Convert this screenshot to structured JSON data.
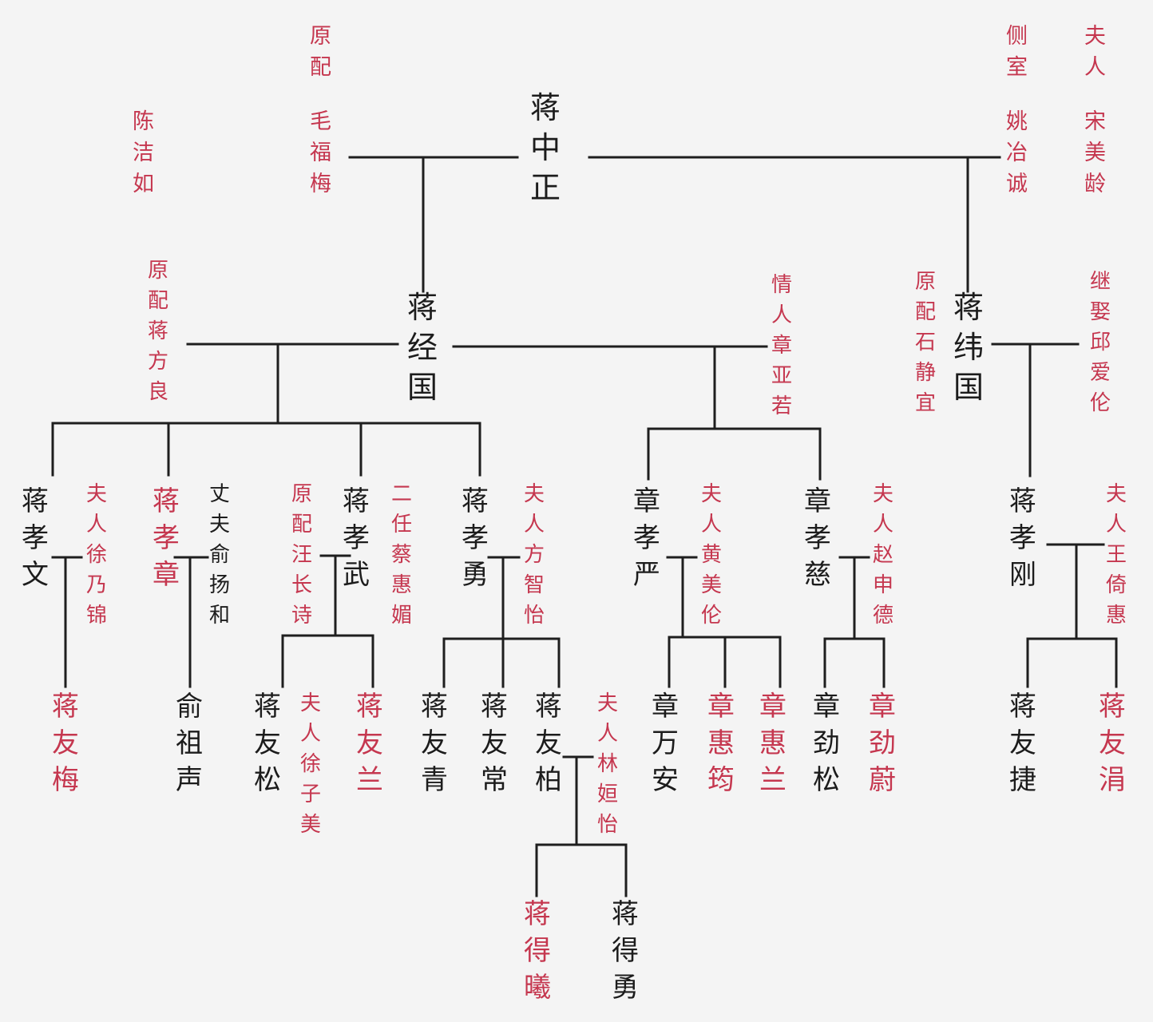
{
  "colors": {
    "male": "#1c1c1c",
    "female_or_spouse": "#c5374f",
    "line": "#1e1e1e"
  },
  "people": {
    "chiang_kaishek": "蒋中正",
    "chen_jieru": "陈洁如",
    "mao_fumei_title": "原配",
    "mao_fumei": "毛福梅",
    "yao_yecheng_title": "侧室",
    "yao_yecheng": "姚冶诚",
    "song_meiling_title": "夫人",
    "song_meiling": "宋美龄",
    "ching_kuo": "蒋经国",
    "fang_liang": "原配蒋方良",
    "zhang_yaruo": "情人章亚若",
    "wei_kuo": "蒋纬国",
    "shi_jingyi": "原配石静宜",
    "qiu_aelun": "继娶邱爱伦",
    "hsiao_wen": "蒋孝文",
    "xu_naijin": "夫人徐乃锦",
    "hsiao_chang": "蒋孝章",
    "yu_yanghe": "丈夫俞扬和",
    "wang_changshi": "原配汪长诗",
    "hsiao_wu": "蒋孝武",
    "cai_huimei": "二任蔡惠媚",
    "hsiao_yung": "蒋孝勇",
    "fang_zhiyi": "夫人方智怡",
    "chang_hsiaoyen": "章孝严",
    "huang_meilun": "夫人黄美伦",
    "chang_hsiaotzu": "章孝慈",
    "zhao_shenxing": "夫人赵申德",
    "hsiao_kang": "蒋孝刚",
    "wang_yihui": "夫人王倚惠",
    "yu_mei": "蒋友梅",
    "yu_zusheng": "俞祖声",
    "yu_song": "蒋友松",
    "xu_zimei": "夫人徐子美",
    "yu_lan": "蒋友兰",
    "yu_qing": "蒋友青",
    "yu_chang": "蒋友常",
    "yu_bo": "蒋友柏",
    "lin_youyi": "夫人林姮怡",
    "wan_an": "章万安",
    "hui_yun": "章惠筠",
    "hui_lan": "章惠兰",
    "jin_song": "章劲松",
    "jin_wei": "章劲蔚",
    "yu_jie": "蒋友捷",
    "yu_juan": "蒋友涓",
    "de_xi": "蒋得曦",
    "de_yong": "蒋得勇"
  }
}
